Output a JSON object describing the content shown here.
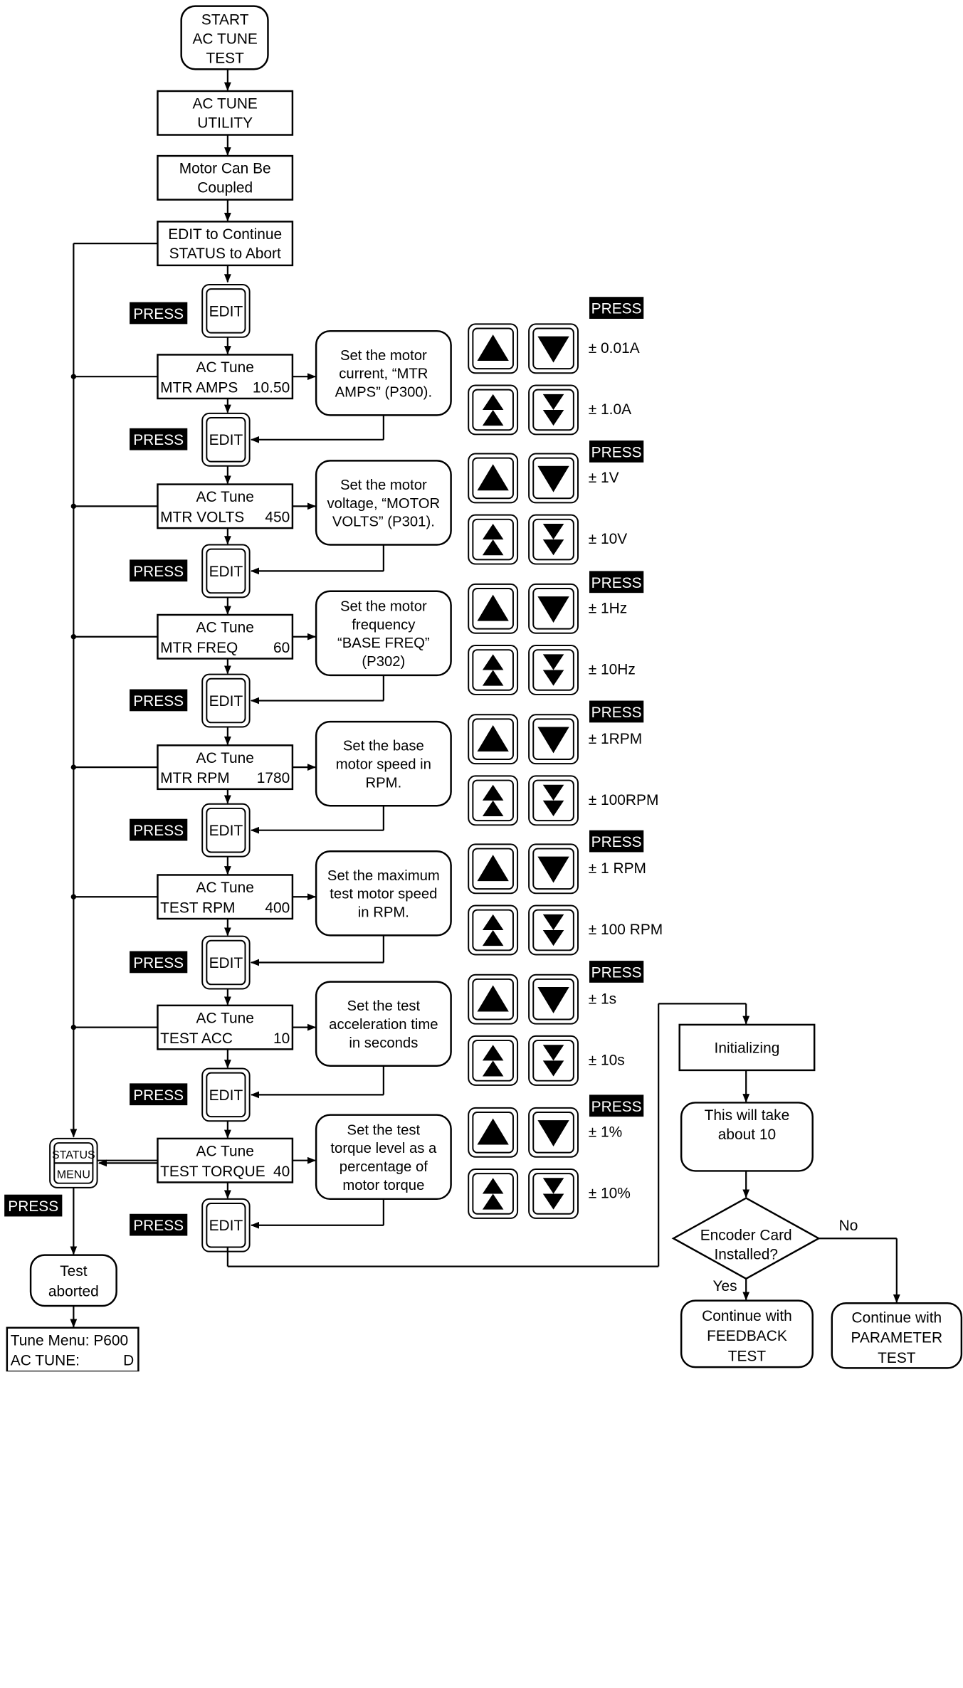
{
  "press_label": "PRESS",
  "edit_label": "EDIT",
  "start": [
    "START",
    "AC TUNE",
    "TEST"
  ],
  "utility": [
    "AC TUNE",
    "UTILITY"
  ],
  "coupled": [
    "Motor Can Be",
    "Coupled"
  ],
  "continue": [
    "EDIT to Continue",
    "STATUS to Abort"
  ],
  "status_key": [
    "STATUS",
    "MENU"
  ],
  "test_aborted": [
    "Test",
    "aborted"
  ],
  "tune_menu": {
    "line1_label": "Tune Menu: P600",
    "line2_label": "AC TUNE:",
    "line2_value": "D"
  },
  "steps": [
    {
      "display": {
        "title": "AC Tune",
        "param": "MTR AMPS",
        "value": "10.50"
      },
      "desc": [
        "Set the motor",
        "current, “MTR",
        "AMPS” (P300)."
      ],
      "small_step": "± 0.01A",
      "large_step": "± 1.0A",
      "press_label": true
    },
    {
      "display": {
        "title": "AC Tune",
        "param": "MTR VOLTS",
        "value": "450"
      },
      "desc": [
        "Set the motor",
        "voltage, “MOTOR",
        "VOLTS” (P301)."
      ],
      "small_step": "± 1V",
      "large_step": "± 10V",
      "press_label": true
    },
    {
      "display": {
        "title": "AC Tune",
        "param": "MTR FREQ",
        "value": "60"
      },
      "desc": [
        "Set the motor",
        "frequency",
        "“BASE FREQ”",
        "(P302)"
      ],
      "small_step": "± 1Hz",
      "large_step": "± 10Hz",
      "press_label": true
    },
    {
      "display": {
        "title": "AC Tune",
        "param": "MTR RPM",
        "value": "1780"
      },
      "desc": [
        "Set the base",
        "motor speed in",
        "RPM."
      ],
      "small_step": "± 1RPM",
      "large_step": "± 100RPM",
      "press_label": true
    },
    {
      "display": {
        "title": "AC Tune",
        "param": "TEST RPM",
        "value": "400"
      },
      "desc": [
        "Set the maximum",
        "test motor speed",
        "in RPM."
      ],
      "small_step": "± 1 RPM",
      "large_step": "± 100 RPM",
      "press_label": true
    },
    {
      "display": {
        "title": "AC Tune",
        "param": "TEST ACC",
        "value": "10"
      },
      "desc": [
        "Set the test",
        "acceleration time",
        "in seconds"
      ],
      "small_step": "± 1s",
      "large_step": "± 10s",
      "press_label": true
    },
    {
      "display": {
        "title": "AC Tune",
        "param": "TEST TORQUE",
        "value": "40"
      },
      "desc": [
        "Set the test",
        "torque level as a",
        "percentage of",
        "motor torque"
      ],
      "small_step": "± 1%",
      "large_step": "± 10%",
      "press_label": true
    }
  ],
  "initializing": "Initializing",
  "will_take": [
    "This will take",
    "about 10"
  ],
  "decision": [
    "Encoder Card",
    "Installed?"
  ],
  "yes_label": "Yes",
  "no_label": "No",
  "feedback": [
    "Continue with",
    "FEEDBACK",
    "TEST"
  ],
  "parameter": [
    "Continue with",
    "PARAMETER",
    "TEST"
  ]
}
